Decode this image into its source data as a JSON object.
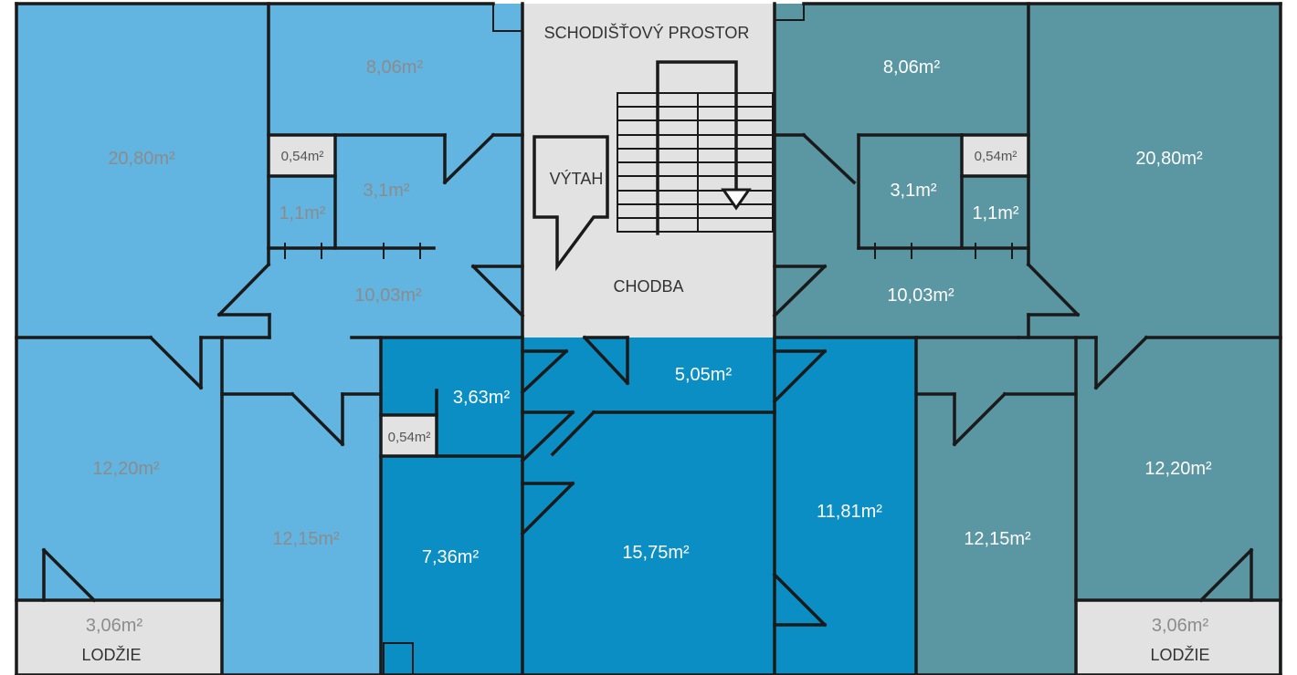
{
  "colors": {
    "apartment_left": "#62b4e1",
    "apartment_center": "#0a8ec4",
    "apartment_right": "#5a97a3",
    "common": "#e2e2e2",
    "label_left": "#8c8c8c",
    "label_right": "#ffffff",
    "label_center": "#ffffff",
    "wall": "#1a1a1a"
  },
  "labels": {
    "staircase": "SCHODIŠŤOVÝ PROSTOR",
    "elevator": "VÝTAH",
    "corridor": "CHODBA",
    "loggia_left": "LODŽIE",
    "loggia_right": "LODŽIE"
  },
  "areas": {
    "left": {
      "living": "20,80m²",
      "top_room": "8,06m²",
      "closet": "0,54m²",
      "wc": "1,1m²",
      "bath": "3,1m²",
      "hall": "10,03m²",
      "bedroom": "12,20m²",
      "room": "12,15m²",
      "loggia": "3,06m²"
    },
    "center": {
      "bath": "3,63m²",
      "closet": "0,54m²",
      "hall": "5,05m²",
      "kitchen": "7,36m²",
      "living": "15,75m²",
      "bedroom": "11,81m²"
    },
    "right": {
      "top_room": "8,06m²",
      "closet": "0,54m²",
      "living": "20,80m²",
      "bath": "3,1m²",
      "wc": "1,1m²",
      "hall": "10,03m²",
      "bedroom": "12,20m²",
      "room": "12,15m²",
      "loggia": "3,06m²"
    }
  }
}
